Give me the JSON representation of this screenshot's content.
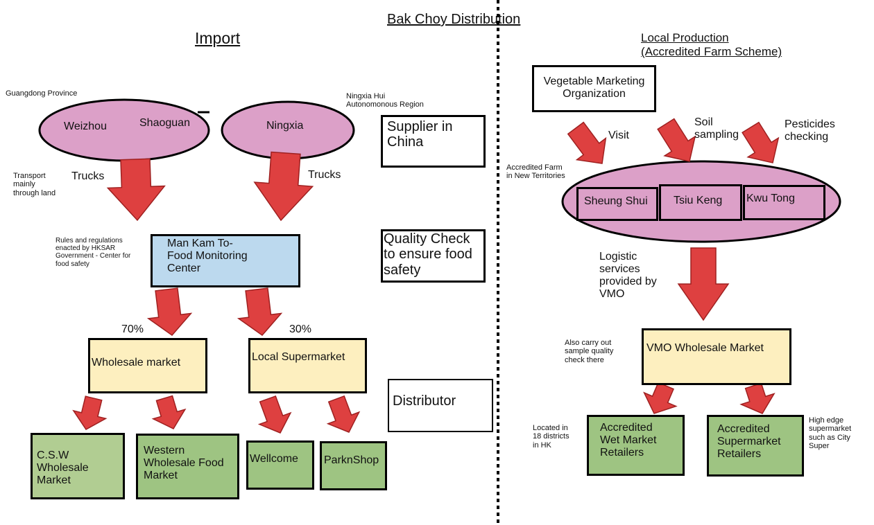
{
  "title": "Bak Choy Distribution",
  "colors": {
    "arrow": "#de4040",
    "arrow_stroke": "#9e2020",
    "ellipse": "#dca0c8",
    "wholesale": "#fdefbf",
    "check_center": "#bcd9ee",
    "outlet": "#9ec482"
  },
  "import_side": {
    "heading": "Import",
    "guangdong_label": "Guangdong Province",
    "ningxia_region_label": "Ningxia Hui\nAutonomonous  Region",
    "ellipse_gd": {
      "city1": "Weizhou",
      "city2": "Shaoguan"
    },
    "ellipse_nx": {
      "city": "Ningxia"
    },
    "trucks_left": "Trucks",
    "trucks_right": "Trucks",
    "transport_note": "Transport\nmainly\nthrough land",
    "rules_note": "Rules and regulations\nenacted by HKSAR\nGovernment - Center for\nfood safety",
    "check_center": "Man Kam To-\nFood Monitoring\nCenter",
    "pct_left": "70%",
    "pct_right": "30%",
    "wholesale_market": "Wholesale market",
    "local_supermarket": "Local Supermarket",
    "outlets": {
      "csw": "C.S.W\nWholesale\nMarket",
      "western": "Western\nWholesale Food\nMarket",
      "wellcome": "Wellcome",
      "parknshop": "ParknShop"
    }
  },
  "stage_labels": {
    "supplier": "Supplier in\nChina",
    "quality": "Quality Check\nto ensure food\nsafety",
    "distributor": "Distributor"
  },
  "local_side": {
    "heading_line1": "Local Production",
    "heading_line2": "(Accredited Farm Scheme)",
    "vmo_org": "Vegetable Marketing\nOrganization",
    "visit": "Visit",
    "soil": "Soil\nsampling",
    "pesticides": "Pesticides\nchecking",
    "farm_note": "Accredited Farm\nin New Territories",
    "farms": [
      "Sheung Shui",
      "Tsiu Keng",
      "Kwu Tong"
    ],
    "logistics": "Logistic\nservices\nprovided by\nVMO",
    "sample_note": "Also carry out\nsample quality\ncheck there",
    "vmo_wholesale": "VMO Wholesale Market",
    "districts_note": "Located in\n18 districts\nin HK",
    "wet_retailers": "Accredited\nWet Market\nRetailers",
    "super_retailers": "Accredited\nSupermarket\nRetailers",
    "high_edge_note": "High edge\nsupermarket\nsuch as City\nSuper"
  }
}
